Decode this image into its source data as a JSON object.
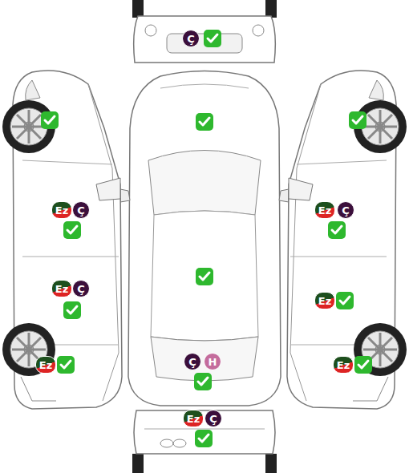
{
  "diagram": {
    "nodes": [
      {
        "text": [
          "Ç"
        ]
      },
      {
        "text": [
          "Ez"
        ]
      },
      {
        "text": [
          "Ç"
        ]
      },
      {
        "text": [
          "Ez"
        ]
      },
      {
        "text": [
          "Ç"
        ]
      },
      {
        "text": [
          "Ez"
        ]
      },
      {
        "text": [
          "Ç"
        ]
      },
      {
        "text": [
          "Ez"
        ]
      },
      {
        "text": [
          "Ç"
        ]
      },
      {
        "text": [
          "H"
        ]
      },
      {
        "text": [
          "Ez"
        ]
      },
      {
        "text": [
          "Ez"
        ]
      },
      {
        "text": [
          "Ez"
        ]
      },
      {
        "text": [
          "Ç"
        ]
      }
    ]
  }
}
